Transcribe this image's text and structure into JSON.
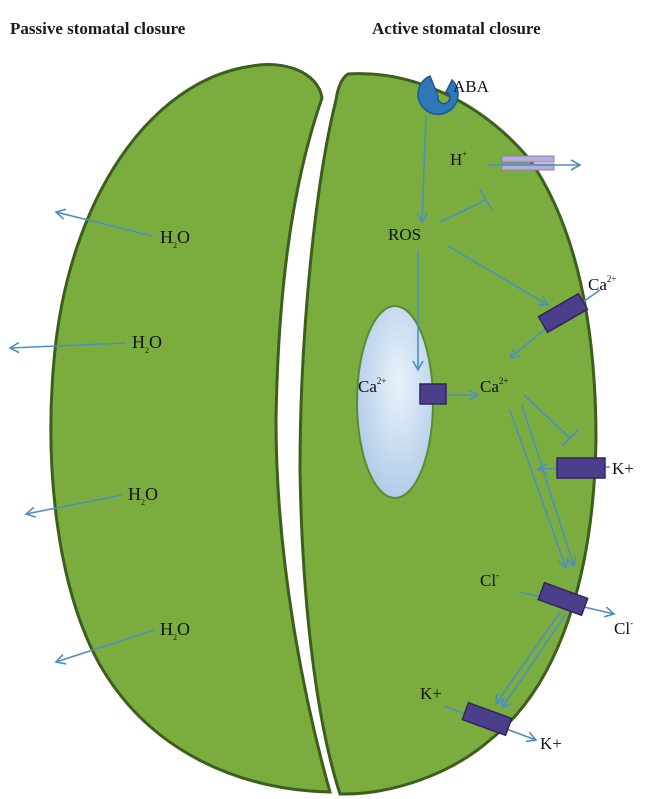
{
  "titles": {
    "passive": "Passive stomatal closure",
    "active": "Active stomatal closure"
  },
  "left_cell": {
    "water_labels": [
      {
        "main": "H",
        "sub": "2",
        "tail": "O"
      },
      {
        "main": "H",
        "sub": "2",
        "tail": "O"
      },
      {
        "main": "H",
        "sub": "2",
        "tail": "O"
      },
      {
        "main": "H",
        "sub": "2",
        "tail": "O"
      }
    ]
  },
  "right_cell": {
    "aba": "ABA",
    "h_plus": {
      "main": "H",
      "sup": "+"
    },
    "ros": "ROS",
    "ca_out": {
      "main": "Ca",
      "sup": "2+"
    },
    "ca_vac": {
      "main": "Ca",
      "sup": "2+"
    },
    "ca_cyt": {
      "main": "Ca",
      "sup": "2+"
    },
    "k_in": "K+",
    "cl_in": {
      "main": "Cl",
      "sup": "-"
    },
    "cl_out": {
      "main": "Cl",
      "sup": "-"
    },
    "k_in2": "K+",
    "k_out": "K+"
  },
  "colors": {
    "cell_fill": "#7aad3e",
    "cell_stroke": "#3d5e1c",
    "arrow": "#4f8fc0",
    "channel": "#4b3f8c",
    "aba_receptor": "#2c78b8",
    "h_pump": "#b9acd9"
  }
}
